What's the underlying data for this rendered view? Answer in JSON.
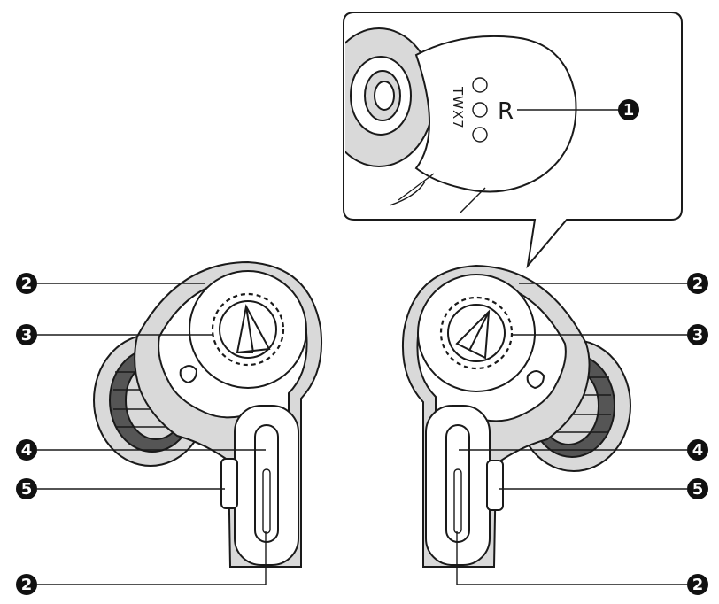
{
  "diagram": {
    "inset": {
      "model_text": "TWX7",
      "side_letter": "R"
    },
    "callouts": {
      "side_indicator": "1",
      "touch_area_top_left": "2",
      "touch_area_top_right": "2",
      "touch_area_bottom_left": "2",
      "touch_area_bottom_right": "2",
      "logo_left": "3",
      "logo_right": "3",
      "led_left": "4",
      "led_right": "4",
      "mic_left": "5",
      "mic_right": "5"
    }
  }
}
